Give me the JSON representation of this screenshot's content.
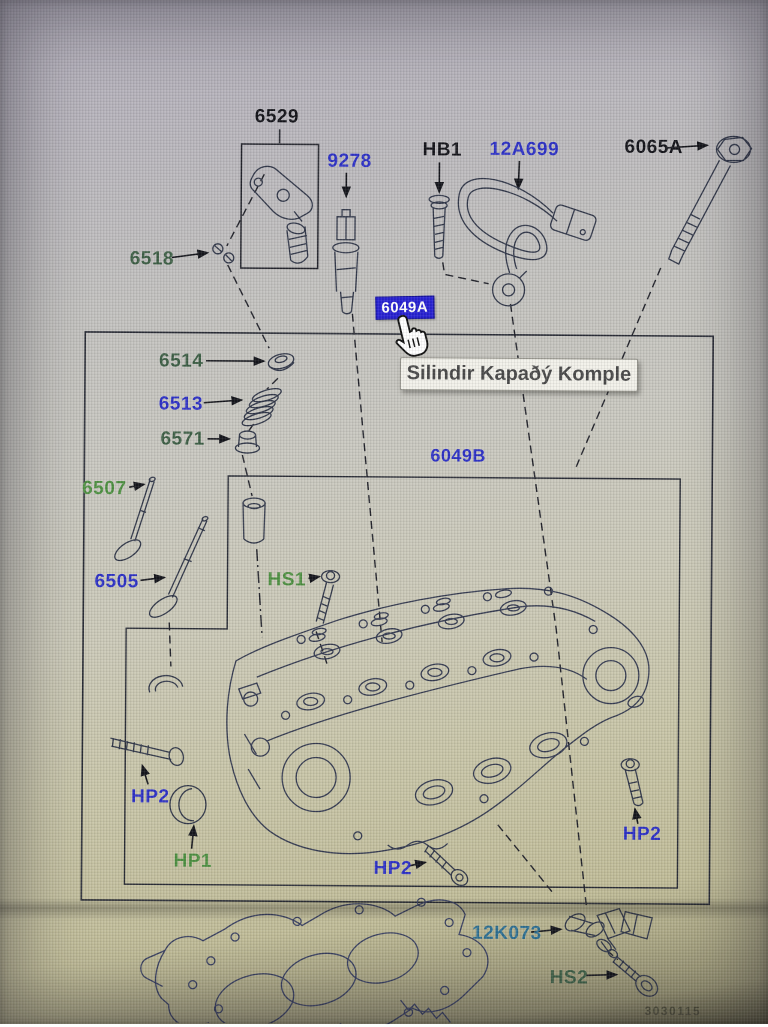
{
  "callouts": {
    "c6529": "6529",
    "c9278": "9278",
    "hb1": "HB1",
    "c12a699": "12A699",
    "c6065a": "6065A",
    "c6518": "6518",
    "c6514": "6514",
    "c6513": "6513",
    "c6571": "6571",
    "c6507": "6507",
    "c6505": "6505",
    "hs1": "HS1",
    "c6049b": "6049B",
    "hp2_left": "HP2",
    "hp1": "HP1",
    "hp2_bottom": "HP2",
    "hp2_right": "HP2",
    "c12k073": "12K073",
    "hs2": "HS2"
  },
  "selected_callout": {
    "label": "6049A"
  },
  "tooltip": {
    "text": "Silindir Kapaðý Komple"
  },
  "drawing_number": "3030115",
  "palette": {
    "link_blue": "#2e32c6",
    "link_green": "#4f9143",
    "link_dark_green": "#3f6047",
    "link_teal": "#2f7092",
    "label_black": "#15151b",
    "selected_bg": "#2822d2",
    "selected_text": "#ffffff",
    "tooltip_bg": "#f2f1ea",
    "tooltip_text": "#4b4b4b",
    "line_art": "#343a4e",
    "screen_top": "#aeaab6",
    "screen_mid": "#c9c8c0",
    "screen_bottom": "#5a573f"
  }
}
